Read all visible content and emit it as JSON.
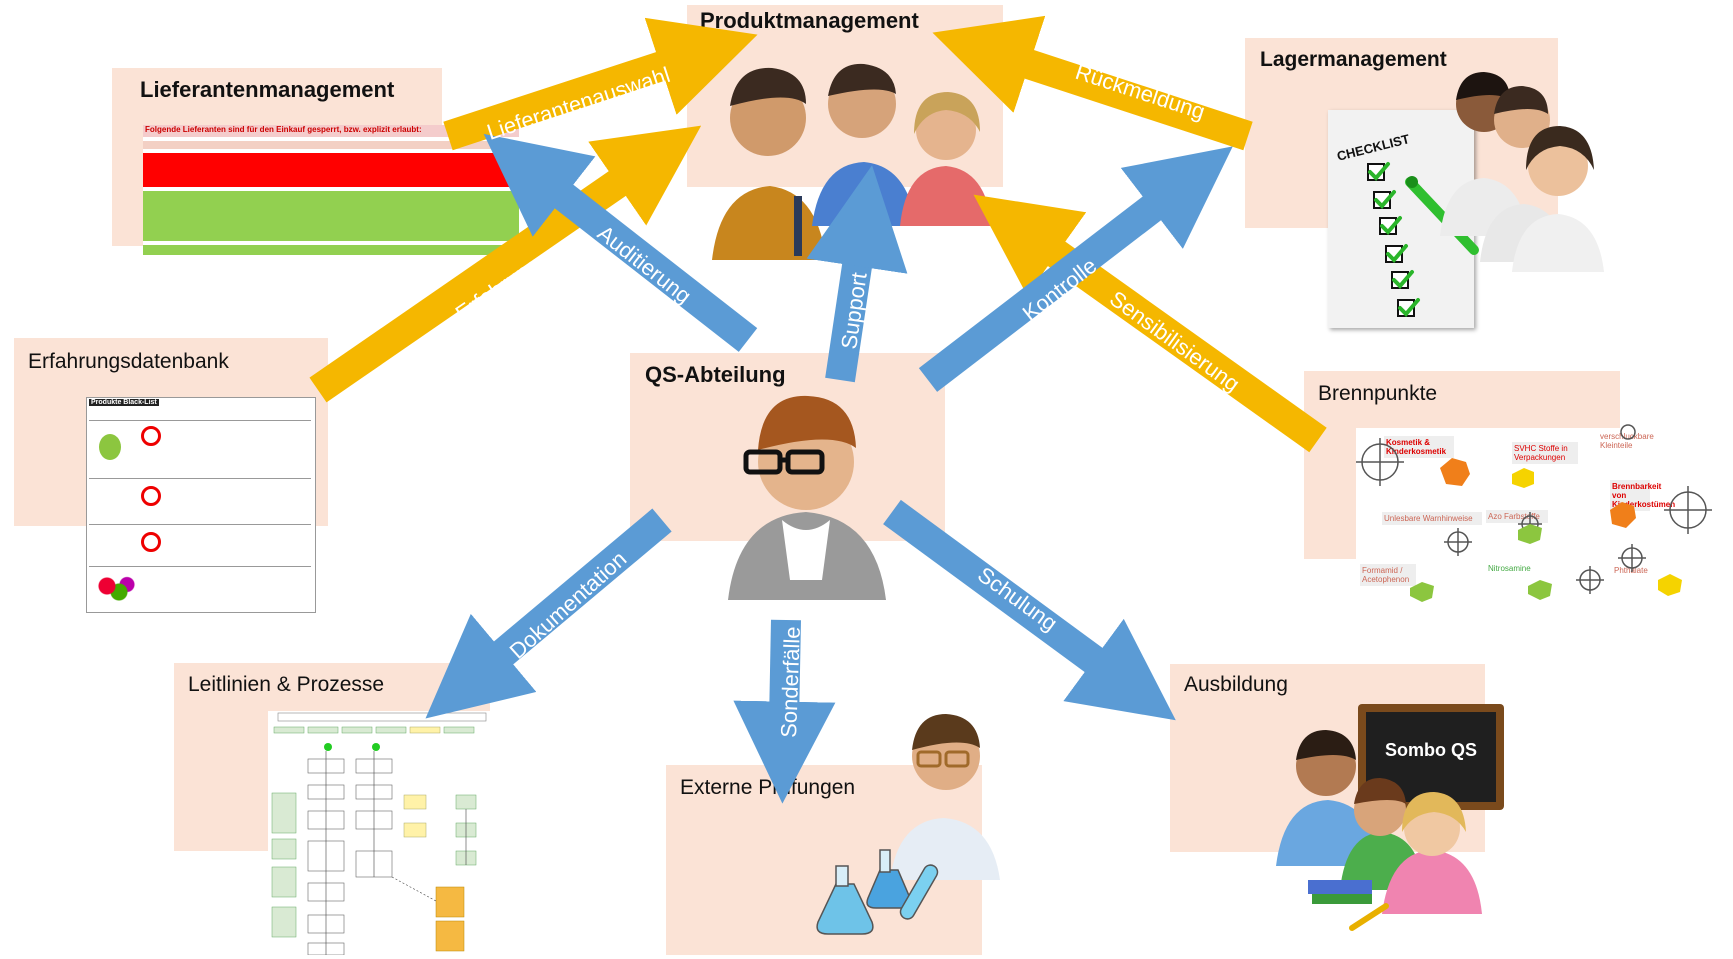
{
  "nodes": {
    "produktmanagement": "Produktmanagement",
    "lagermanagement": "Lagermanagement",
    "lieferantenmanagement": "Lieferantenmanagement",
    "erfahrungsdatenbank": "Erfahrungsdatenbank",
    "qs_abteilung": "QS-Abteilung",
    "brennpunkte": "Brennpunkte",
    "leitlinien": "Leitlinien & Prozesse",
    "externe_pruefungen": "Externe Prüfungen",
    "ausbildung": "Ausbildung"
  },
  "arrows": {
    "lieferantenauswahl": "Lieferantenauswahl",
    "rueckmeldung": "Rückmeldung",
    "auditierung": "Auditierung",
    "erfahrung": "Erfahrung",
    "support": "Support",
    "kontrolle": "Kontrolle",
    "sensibilisierung": "Sensibilisierung",
    "dokumentation": "Dokumentation",
    "sonderfaelle": "Sonderfälle",
    "schulung": "Schulung"
  },
  "supplier_sheet": {
    "heading": "Folgende Lieferanten sind für den Einkauf gesperrt, bzw. explizit erlaubt:"
  },
  "blacklist_sheet": {
    "heading": "Produkte Black-List"
  },
  "checklist_label": "CHECKLIST",
  "chalkboard_text": "Sombo QS",
  "brennpunkte_items": {
    "kosmetik": "Kosmetik & Kinderkosmetik",
    "svhc": "SVHC Stoffe in Verpackungen",
    "verschluckbare": "verschluckbare Kleinteile",
    "brennbarkeit": "Brennbarkeit von Kinderkostümen",
    "warnhinweise": "Unlesbare Warnhinweise",
    "azo": "Azo Farbstoffe",
    "formamid": "Formamid / Acetophenon",
    "nitrosamine": "Nitrosamine",
    "phthalate": "Phthalate"
  },
  "colors": {
    "box_fill": "#fbe3d6",
    "arrow_orange": "#f5b700",
    "arrow_blue": "#5b9bd5"
  }
}
